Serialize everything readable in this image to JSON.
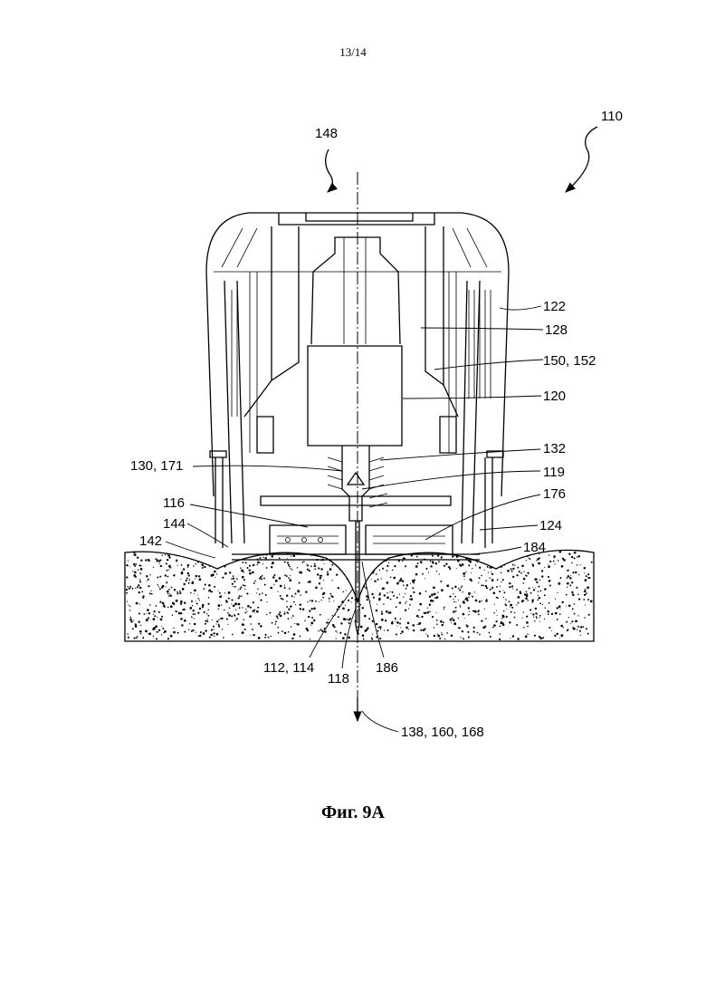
{
  "page_number": "13/14",
  "figure_caption": "Фиг. 9A",
  "labels": {
    "l110": "110",
    "l148": "148",
    "l122": "122",
    "l128": "128",
    "l150_152": "150, 152",
    "l120": "120",
    "l132": "132",
    "l130_171": "130, 171",
    "l119": "119",
    "l176": "176",
    "l116": "116",
    "l124": "124",
    "l144": "144",
    "l142": "142",
    "l184": "184",
    "l112_114": "112, 114",
    "l118": "118",
    "l186": "186",
    "l138_160_168": "138, 160, 168"
  }
}
